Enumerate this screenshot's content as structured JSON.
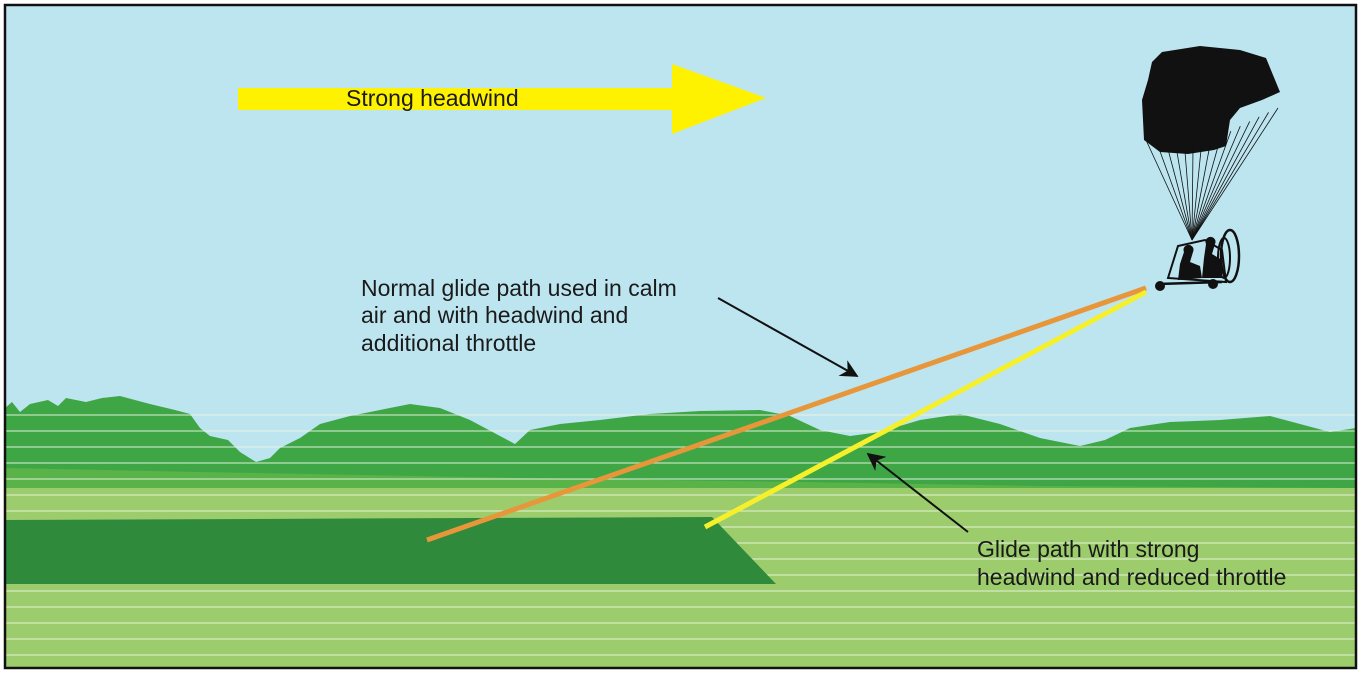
{
  "wind": {
    "label": "Strong headwind",
    "color": "#fff200"
  },
  "annotations": {
    "normal_path": {
      "lines": [
        "Normal glide path used in calm",
        "air and with headwind and",
        "additional throttle"
      ],
      "color": "#e8963a"
    },
    "strong_path": {
      "lines": [
        "Glide path with strong",
        "headwind and reduced throttle"
      ],
      "color": "#f6f02a"
    }
  },
  "colors": {
    "sky": "#bde5f0",
    "hills": "#3fa646",
    "field_far": "#5ab348",
    "field_near": "#9ccc6c",
    "runway": "#2f8a3c",
    "aircraft": "#111111"
  },
  "icons": {
    "aircraft": "powered-parachute-icon",
    "wind": "arrow-right-icon"
  }
}
